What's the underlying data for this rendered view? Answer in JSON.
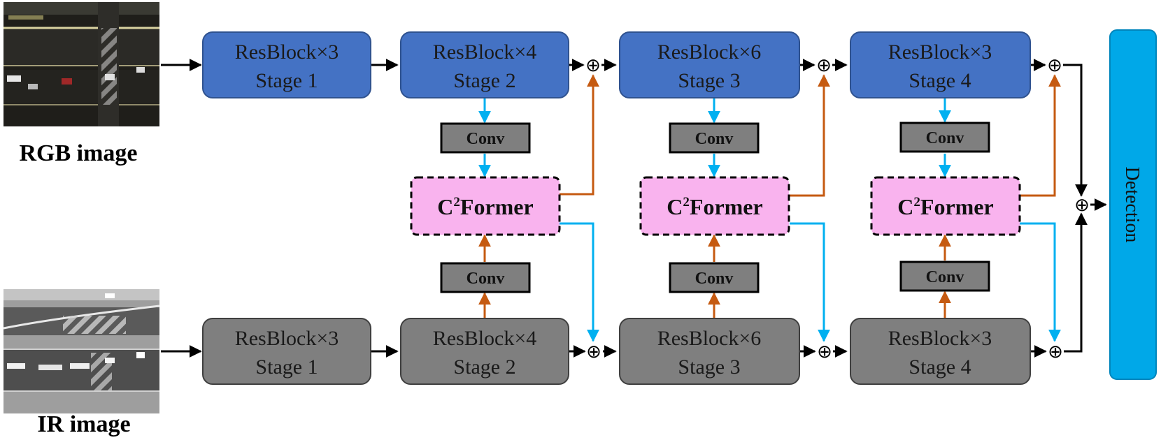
{
  "colors": {
    "rgb_block": "#4472c4",
    "ir_block": "#7f7f7f",
    "conv_block": "#7f7f7f",
    "former_block": "#f9b3ee",
    "detection_block": "#00a8e8",
    "rgb_to_former_arrow": "#00b0f0",
    "ir_to_former_arrow": "#c55a11",
    "main_arrow": "#000000"
  },
  "inputs": {
    "rgb": {
      "caption": "RGB image"
    },
    "ir": {
      "caption": "IR image"
    }
  },
  "rgb_stages": [
    {
      "block": "ResBlock×3",
      "stage": "Stage 1"
    },
    {
      "block": "ResBlock×4",
      "stage": "Stage 2"
    },
    {
      "block": "ResBlock×6",
      "stage": "Stage 3"
    },
    {
      "block": "ResBlock×3",
      "stage": "Stage 4"
    }
  ],
  "ir_stages": [
    {
      "block": "ResBlock×3",
      "stage": "Stage 1"
    },
    {
      "block": "ResBlock×4",
      "stage": "Stage 2"
    },
    {
      "block": "ResBlock×6",
      "stage": "Stage 3"
    },
    {
      "block": "ResBlock×3",
      "stage": "Stage 4"
    }
  ],
  "conv_label": "Conv",
  "former": {
    "prefix": "C",
    "superscript": "2",
    "suffix": "Former"
  },
  "fusion_symbol": "⊕",
  "output": {
    "label": "Detection"
  }
}
